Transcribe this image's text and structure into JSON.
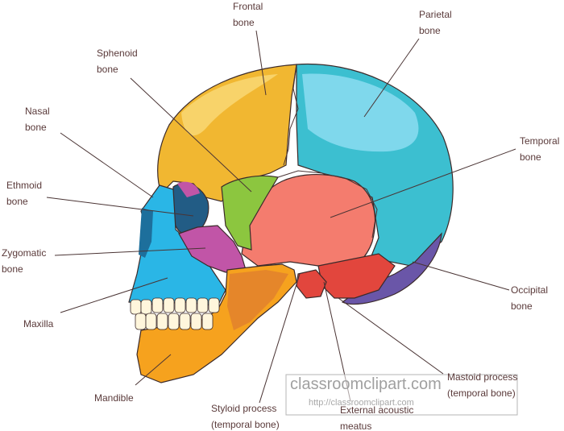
{
  "labels": {
    "frontal": [
      "Frontal",
      "bone"
    ],
    "parietal": [
      "Parietal",
      "bone"
    ],
    "sphenoid": [
      "Sphenoid",
      "bone"
    ],
    "nasal": [
      "Nasal",
      "bone"
    ],
    "temporal": [
      "Temporal",
      "bone"
    ],
    "ethmoid": [
      "Ethmoid",
      "bone"
    ],
    "zygomatic": [
      "Zygomatic",
      "bone"
    ],
    "maxilla": [
      "Maxilla"
    ],
    "occipital": [
      "Occipital",
      "bone"
    ],
    "mandible": [
      "Mandible"
    ],
    "mastoid": [
      "Mastoid process",
      "(temporal bone)"
    ],
    "styloid": [
      "Styloid process",
      "(temporal bone)"
    ],
    "acoustic": [
      "External acoustic",
      "meatus"
    ]
  },
  "watermark": {
    "title": "classroomclipart.com",
    "url": "http://classroomclipart.com"
  },
  "colors": {
    "frontal": "#f1b731",
    "frontal_highlight": "#f8d36a",
    "parietal": "#3cbfd0",
    "parietal_highlight": "#7fd8ec",
    "sphenoid": "#8cc63f",
    "temporal": "#f47c6e",
    "temporal_dark": "#e2463d",
    "occipital": "#6a56a8",
    "zygomatic": "#c155a7",
    "maxilla": "#2ab6e6",
    "maxilla_dark": "#1d6f9c",
    "mandible": "#f6a21e",
    "mandible_shadow": "#e5862a",
    "ethmoid": "#225c85",
    "teeth": "#fff6dc",
    "text": "#5a3a3a",
    "leader": "#4a3434"
  }
}
